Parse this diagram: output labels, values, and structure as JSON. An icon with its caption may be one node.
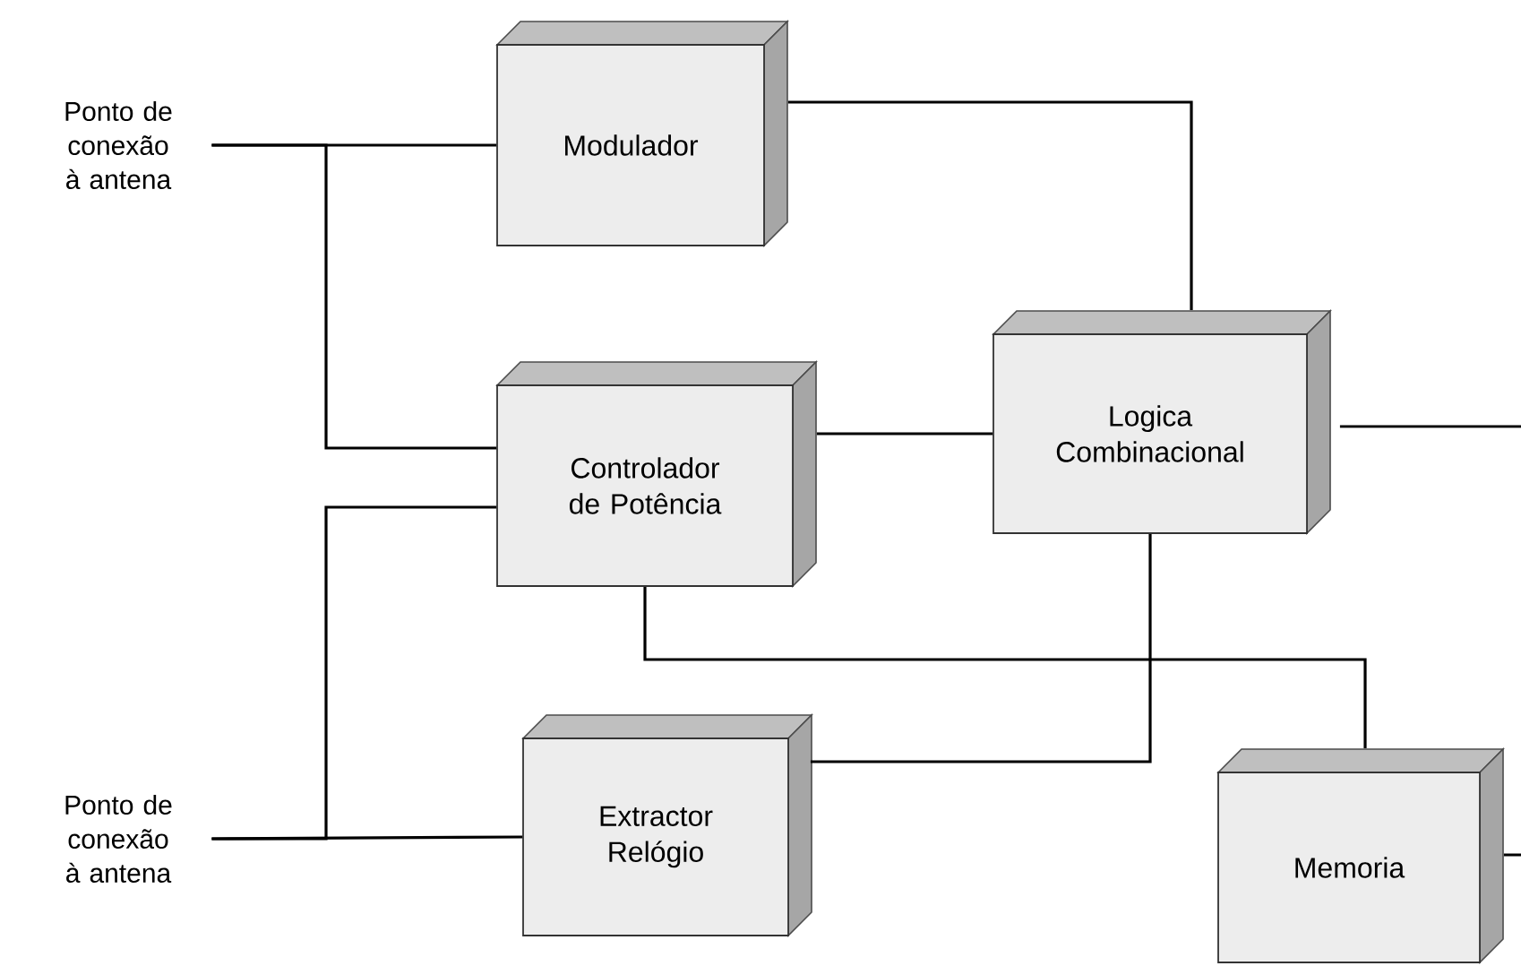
{
  "diagram": {
    "nodes": [
      {
        "text": [
          "Ponto de conexão à antena"
        ]
      },
      {
        "text": [
          "Modulador"
        ]
      },
      {
        "text": [
          "Controlador de Potência"
        ]
      },
      {
        "text": [
          "Logica Combinacional"
        ]
      },
      {
        "text": [
          "Ponto de conexão à antena"
        ]
      },
      {
        "text": [
          "Extractor Relógio"
        ]
      },
      {
        "text": [
          "Memoria"
        ]
      }
    ],
    "edges": [
      {
        "from": 0,
        "to": 1,
        "arrow": "none"
      },
      {
        "from": 0,
        "to": 2,
        "arrow": "none"
      },
      {
        "from": 4,
        "to": 5,
        "arrow": "none"
      },
      {
        "from": 4,
        "to": 2,
        "arrow": "none"
      },
      {
        "from": 1,
        "to": 3,
        "arrow": "none"
      },
      {
        "from": 2,
        "to": 3,
        "arrow": "none"
      },
      {
        "from": 3,
        "to": null,
        "arrow": "none"
      },
      {
        "from": 3,
        "to": 5,
        "arrow": "none"
      },
      {
        "from": 2,
        "to": 6,
        "arrow": "none"
      },
      {
        "from": 6,
        "to": null,
        "arrow": "none"
      }
    ]
  }
}
